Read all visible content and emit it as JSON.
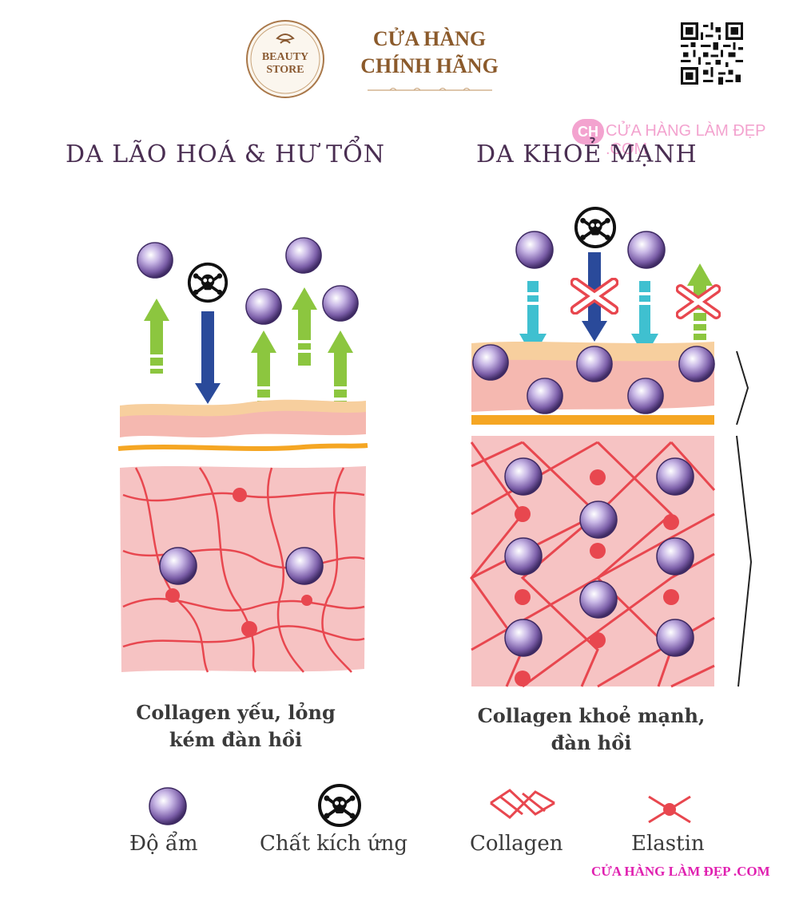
{
  "header": {
    "logo_line1": "BEAUTY",
    "logo_line2": "STORE",
    "store_title_line1": "CỬA HÀNG",
    "store_title_line2": "CHÍNH HÃNG"
  },
  "watermark": {
    "badge": "CH",
    "text_top": "CỬA HÀNG LÀM ĐẸP .COM",
    "text_bottom": "CỬA HÀNG LÀM ĐẸP .COM"
  },
  "panels": {
    "left": {
      "title": "DA LÃO HOÁ & HƯ TỔN",
      "caption_line1": "Collagen yếu, lỏng",
      "caption_line2": "kém đàn hồi"
    },
    "right": {
      "title": "DA KHOẺ MẠNH",
      "caption_line1": "Collagen khoẻ mạnh,",
      "caption_line2": "đàn hồi"
    }
  },
  "legend": {
    "moisture": "Độ ẩm",
    "irritant": "Chất kích ứng",
    "collagen": "Collagen",
    "elastin": "Elastin"
  },
  "colors": {
    "skin_pink": "#f6c3c3",
    "skin_surface": "#f5b8b0",
    "epidermis_peach": "#f7cf9e",
    "line_orange": "#f5a623",
    "fiber_red": "#e8474f",
    "green_arrow": "#8cc63f",
    "blue_arrow": "#2a4a9a",
    "cyan_arrow": "#3fc0d0",
    "sphere_purple": "#7b5ea8",
    "title_purple": "#4a2e52",
    "brand_brown": "#8b5a2b",
    "watermark_pink": "#e020b0"
  },
  "icons": {
    "moisture": "moisture-sphere-icon",
    "irritant": "skull-crossbones-icon",
    "blocked": "red-x-icon",
    "qr": "qr-code-icon"
  }
}
